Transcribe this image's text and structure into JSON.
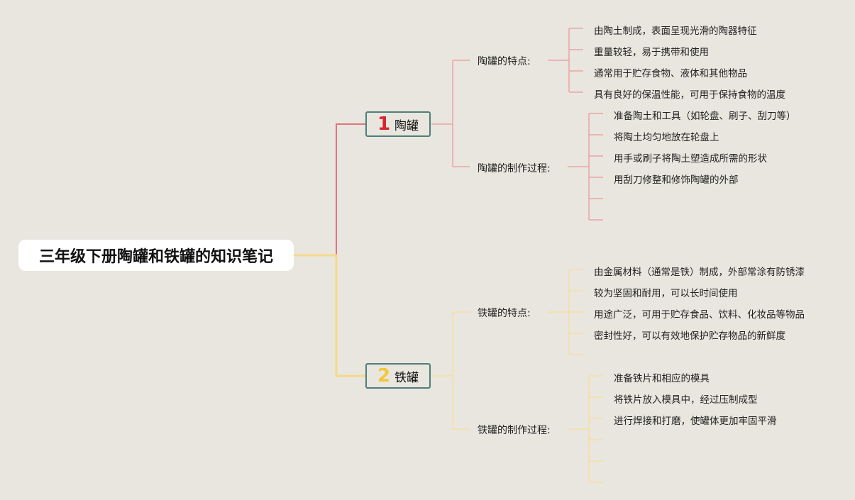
{
  "root": {
    "title": "三年级下册陶罐和铁罐的知识笔记"
  },
  "branches": [
    {
      "number": "1",
      "label": "陶罐",
      "color": "#d6262e",
      "line_color": "#e2747a",
      "groups": [
        {
          "label": "陶罐的特点:",
          "items": [
            "由陶土制成，表面呈现光滑的陶器特征",
            "重量较轻，易于携带和使用",
            "通常用于贮存食物、液体和其他物品",
            "具有良好的保温性能，可用于保持食物的温度"
          ]
        },
        {
          "label": "陶罐的制作过程:",
          "items": [
            "准备陶土和工具（如轮盘、刷子、刮刀等）",
            "将陶土均匀地放在轮盘上",
            "用手或刷子将陶土塑造成所需的形状",
            "用刮刀修整和修饰陶罐的外部"
          ]
        }
      ]
    },
    {
      "number": "2",
      "label": "铁罐",
      "color": "#f2c73b",
      "line_color": "#f5d98a",
      "groups": [
        {
          "label": "铁罐的特点:",
          "items": [
            "由金属材料（通常是铁）制成，外部常涂有防锈漆",
            "较为坚固和耐用，可以长时间使用",
            "用途广泛，可用于贮存食品、饮料、化妆品等物品",
            "密封性好，可以有效地保护贮存物品的新鲜度"
          ]
        },
        {
          "label": "铁罐的制作过程:",
          "items": [
            "准备铁片和相应的模具",
            "将铁片放入模具中，经过压制成型",
            "进行焊接和打磨，使罐体更加牢固平滑"
          ]
        }
      ]
    }
  ]
}
